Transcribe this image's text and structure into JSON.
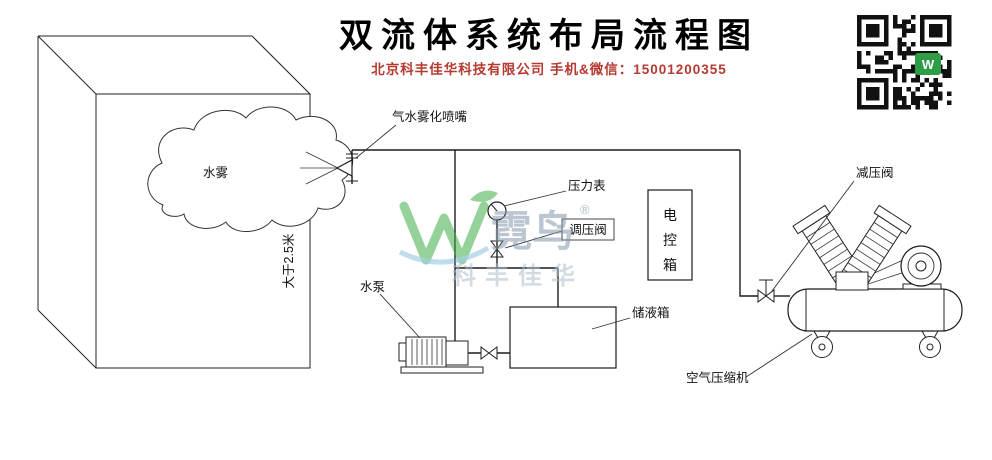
{
  "header": {
    "title": "双流体系统布局流程图",
    "subtitle": "北京科丰佳华科技有限公司 手机&微信：15001200355"
  },
  "labels": {
    "nozzle": "气水雾化喷嘴",
    "mist": "水雾",
    "height": "大于2.5米",
    "pressure_gauge": "压力表",
    "regulating_valve": "调压阀",
    "control_box_chars": [
      "电",
      "控",
      "箱"
    ],
    "water_pump": "水泵",
    "liquid_tank": "储液箱",
    "reducing_valve": "减压阀",
    "air_compressor": "空气压缩机"
  },
  "watermark": {
    "logo_letter": "W",
    "brand": "霓鸟",
    "registered": "®",
    "company": "科丰佳华"
  },
  "icons": {
    "qr": "qr-code",
    "gauge": "pressure-gauge-dial",
    "valve": "bowtie-valve-symbol"
  },
  "colors": {
    "line": "#1c1c1c",
    "subtitle_red": "#b5392f",
    "watermark_green": "#3fae49",
    "watermark_blue": "#5aa7d0",
    "watermark_gray": "#8499ab",
    "qr_green": "#2d9e46"
  }
}
